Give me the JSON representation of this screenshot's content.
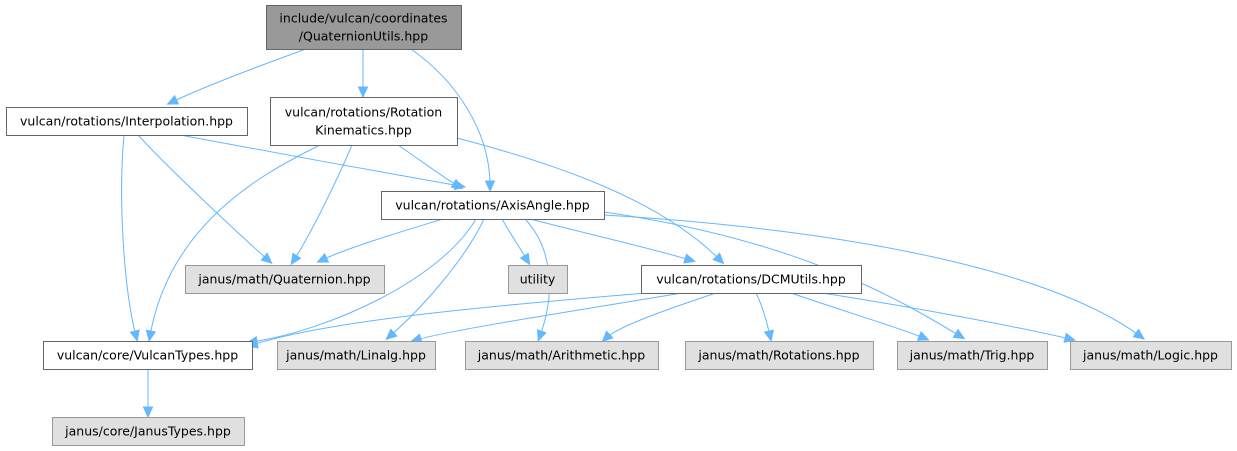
{
  "diagram": {
    "type": "include-dependency-graph",
    "colors": {
      "root_fill": "#999999",
      "project_fill": "#ffffff",
      "external_fill": "#e0e0e0",
      "edge": "#63b8ff"
    },
    "nodes": [
      {
        "id": "root",
        "kind": "root",
        "lines": [
          "include/vulcan/coordinates",
          "/QuaternionUtils.hpp"
        ]
      },
      {
        "id": "interp",
        "kind": "project",
        "lines": [
          "vulcan/rotations/Interpolation.hpp"
        ]
      },
      {
        "id": "rotkin",
        "kind": "project",
        "lines": [
          "vulcan/rotations/Rotation",
          "Kinematics.hpp"
        ]
      },
      {
        "id": "axisangle",
        "kind": "project",
        "lines": [
          "vulcan/rotations/AxisAngle.hpp"
        ]
      },
      {
        "id": "quat",
        "kind": "external",
        "lines": [
          "janus/math/Quaternion.hpp"
        ]
      },
      {
        "id": "utility",
        "kind": "external",
        "lines": [
          "utility"
        ]
      },
      {
        "id": "dcm",
        "kind": "project",
        "lines": [
          "vulcan/rotations/DCMUtils.hpp"
        ]
      },
      {
        "id": "vtypes",
        "kind": "project",
        "lines": [
          "vulcan/core/VulcanTypes.hpp"
        ]
      },
      {
        "id": "linalg",
        "kind": "external",
        "lines": [
          "janus/math/Linalg.hpp"
        ]
      },
      {
        "id": "arith",
        "kind": "external",
        "lines": [
          "janus/math/Arithmetic.hpp"
        ]
      },
      {
        "id": "rotations",
        "kind": "external",
        "lines": [
          "janus/math/Rotations.hpp"
        ]
      },
      {
        "id": "trig",
        "kind": "external",
        "lines": [
          "janus/math/Trig.hpp"
        ]
      },
      {
        "id": "logic",
        "kind": "external",
        "lines": [
          "janus/math/Logic.hpp"
        ]
      },
      {
        "id": "jtypes",
        "kind": "external",
        "lines": [
          "janus/core/JanusTypes.hpp"
        ]
      }
    ],
    "edges": [
      {
        "from": "root",
        "to": "interp"
      },
      {
        "from": "root",
        "to": "rotkin"
      },
      {
        "from": "root",
        "to": "axisangle"
      },
      {
        "from": "interp",
        "to": "axisangle"
      },
      {
        "from": "interp",
        "to": "quat"
      },
      {
        "from": "interp",
        "to": "vtypes"
      },
      {
        "from": "rotkin",
        "to": "axisangle"
      },
      {
        "from": "rotkin",
        "to": "quat"
      },
      {
        "from": "rotkin",
        "to": "vtypes"
      },
      {
        "from": "rotkin",
        "to": "dcm"
      },
      {
        "from": "axisangle",
        "to": "quat"
      },
      {
        "from": "axisangle",
        "to": "utility"
      },
      {
        "from": "axisangle",
        "to": "dcm"
      },
      {
        "from": "axisangle",
        "to": "vtypes"
      },
      {
        "from": "axisangle",
        "to": "linalg"
      },
      {
        "from": "axisangle",
        "to": "arith"
      },
      {
        "from": "axisangle",
        "to": "trig"
      },
      {
        "from": "axisangle",
        "to": "logic"
      },
      {
        "from": "dcm",
        "to": "vtypes"
      },
      {
        "from": "dcm",
        "to": "linalg"
      },
      {
        "from": "dcm",
        "to": "arith"
      },
      {
        "from": "dcm",
        "to": "rotations"
      },
      {
        "from": "dcm",
        "to": "trig"
      },
      {
        "from": "dcm",
        "to": "logic"
      },
      {
        "from": "vtypes",
        "to": "jtypes"
      }
    ]
  }
}
